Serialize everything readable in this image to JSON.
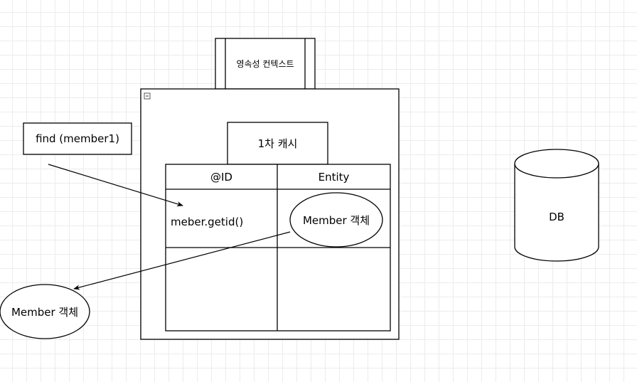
{
  "diagram": {
    "persistence_context": {
      "label": "영속성 컨텍스트"
    },
    "first_level_cache": {
      "label": "1차 캐시"
    },
    "cache_table": {
      "headers": [
        "@ID",
        "Entity"
      ],
      "rows": [
        [
          "meber.getid()",
          "Member 객체"
        ],
        [
          "",
          ""
        ]
      ]
    },
    "find_call": {
      "label": "find (member1)"
    },
    "returned_entity": {
      "label": "Member 객체"
    },
    "database": {
      "label": "DB"
    }
  }
}
